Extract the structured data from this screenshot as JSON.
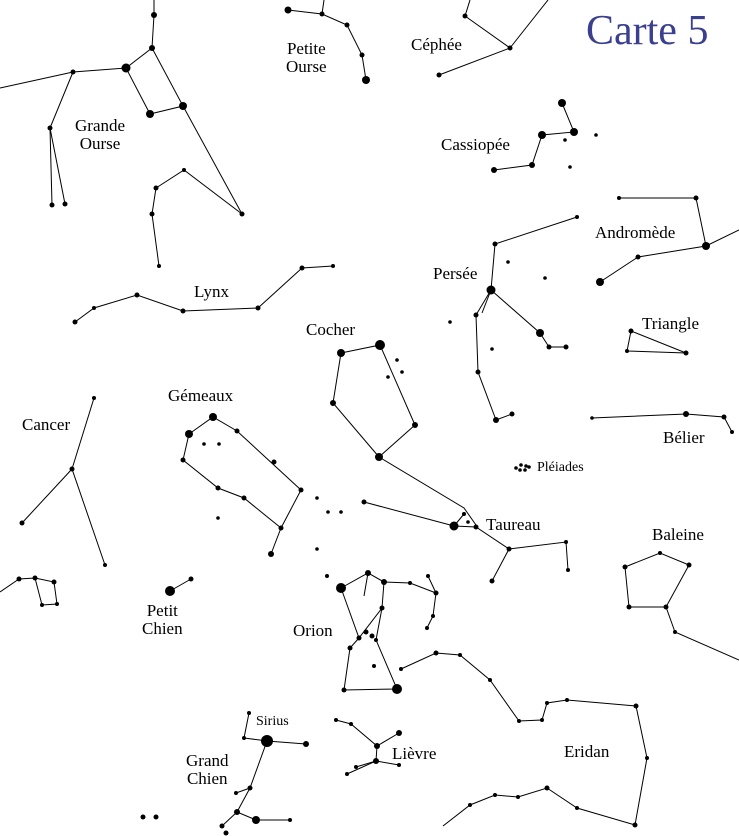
{
  "title": {
    "text": "Carte",
    "number": "5",
    "color": "#3a3f8f"
  },
  "line_color": "#000000",
  "star_color": "#000000",
  "labels": {
    "petite_ourse": "Petite\nOurse",
    "cephee": "Céphée",
    "grande_ourse": "Grande\nOurse",
    "cassiopee": "Cassiopée",
    "andromede": "Andromède",
    "persee": "Persée",
    "lynx": "Lynx",
    "triangle": "Triangle",
    "cocher": "Cocher",
    "gemeaux": "Gémeaux",
    "belier": "Bélier",
    "cancer": "Cancer",
    "pleiades": "Pléiades",
    "taureau": "Taureau",
    "baleine": "Baleine",
    "petit_chien": "Petit\nChien",
    "orion": "Orion",
    "sirius": "Sirius",
    "lievre": "Lièvre",
    "eridan": "Eridan",
    "grand_chien": "Grand\nChien"
  }
}
